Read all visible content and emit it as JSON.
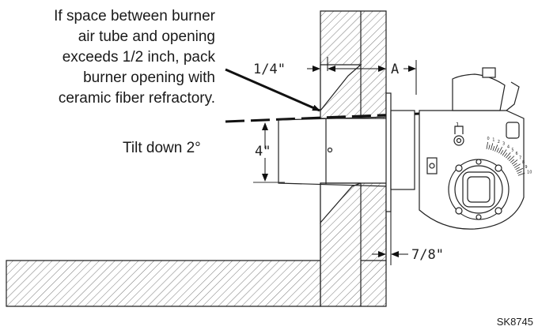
{
  "note": {
    "lines": [
      "If space between burner",
      "air tube and opening",
      "exceeds 1/2 inch, pack",
      "burner opening with",
      "ceramic fiber refractory."
    ]
  },
  "tilt_label": "Tilt down 2°",
  "dimensions": {
    "gap": "1/4\"",
    "depth": "A",
    "tube": "4\"",
    "flange": "7/8\""
  },
  "burner_dial": {
    "ticks": [
      "0",
      "1",
      "2",
      "3",
      "4",
      "5",
      "6",
      "7",
      "8",
      "9",
      "10"
    ],
    "index_label": "1"
  },
  "drawing_id": "SK8745"
}
